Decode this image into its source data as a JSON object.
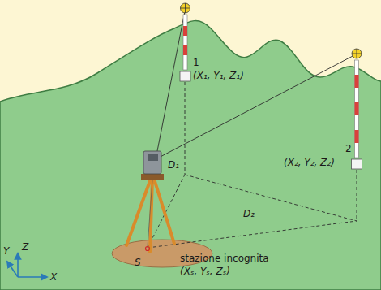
{
  "diagram": {
    "labels": [
      "1",
      "(X₁, Y₁, Z₁)",
      "2",
      "(X₂, Y₂, Z₂)",
      "D₁",
      "D₂",
      "stazione incognita",
      "(Xₛ, Yₛ, Zₛ)",
      "S",
      "Y",
      "Z",
      "X"
    ]
  }
}
